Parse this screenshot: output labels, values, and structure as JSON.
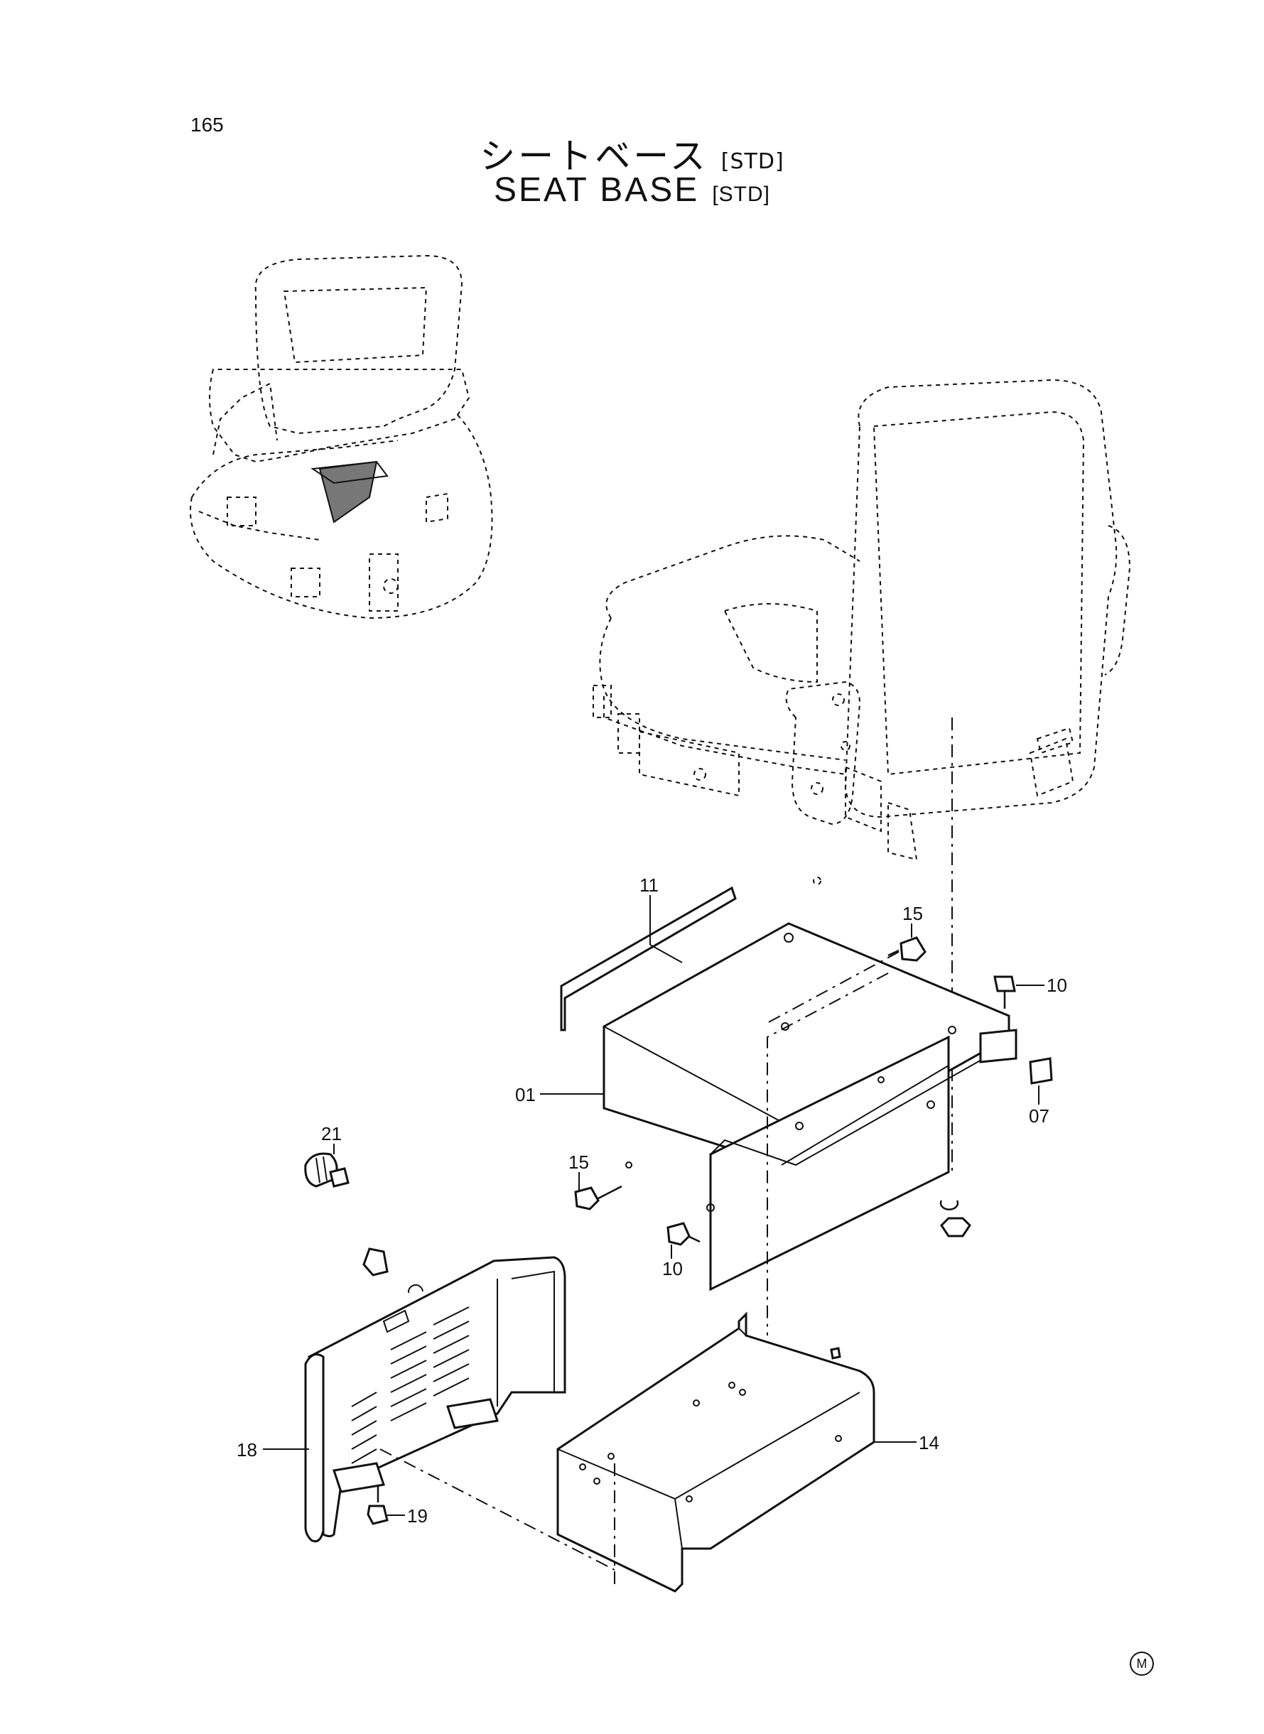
{
  "page": {
    "number": "165",
    "mark": "M"
  },
  "title": {
    "japanese": "シートベース",
    "japanese_suffix": "[STD]",
    "english": "SEAT BASE",
    "english_suffix": "[STD]"
  },
  "callouts": [
    "11",
    "15",
    "10",
    "01",
    "07",
    "15",
    "21",
    "10",
    "18",
    "14",
    "19"
  ],
  "icons": [
    "excavator-cab-icon",
    "operator-seat-icon",
    "seat-stand-icon",
    "cover-panel-icon",
    "bolt-icon",
    "nut-icon"
  ]
}
